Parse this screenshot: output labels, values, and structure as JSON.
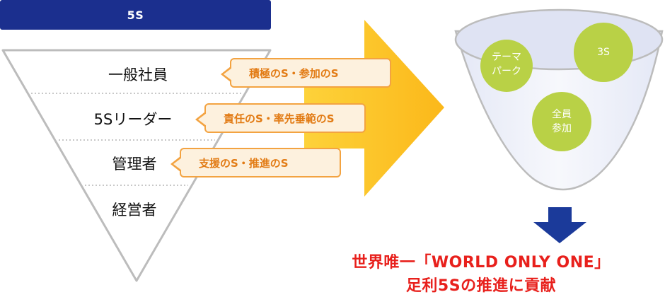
{
  "header": {
    "title": "5S"
  },
  "levels": [
    {
      "label": "一般社員",
      "role": "積極のS・参加のS"
    },
    {
      "label": "5Sリーダー",
      "role": "責任のS・率先垂範のS"
    },
    {
      "label": "管理者",
      "role": "支援のS・推進のS"
    },
    {
      "label": "経営者"
    }
  ],
  "funnel": {
    "items": [
      "テーマ\nパーク",
      "3S",
      "全員\n参加"
    ]
  },
  "result": {
    "line1": "世界唯一「WORLD ONLY ONE」",
    "line2": "足利5Sの推進に貢献"
  },
  "colors": {
    "header": "#1b2f8e",
    "callout_border": "#f3a341",
    "callout_fill": "#fdf1de",
    "callout_text": "#e27b14",
    "big_arrow": "#fbbf1e",
    "circle": "#b9d146",
    "funnel_fill": "#dde2f2",
    "down_arrow": "#1b3a9a",
    "result_text": "#e8201c"
  }
}
